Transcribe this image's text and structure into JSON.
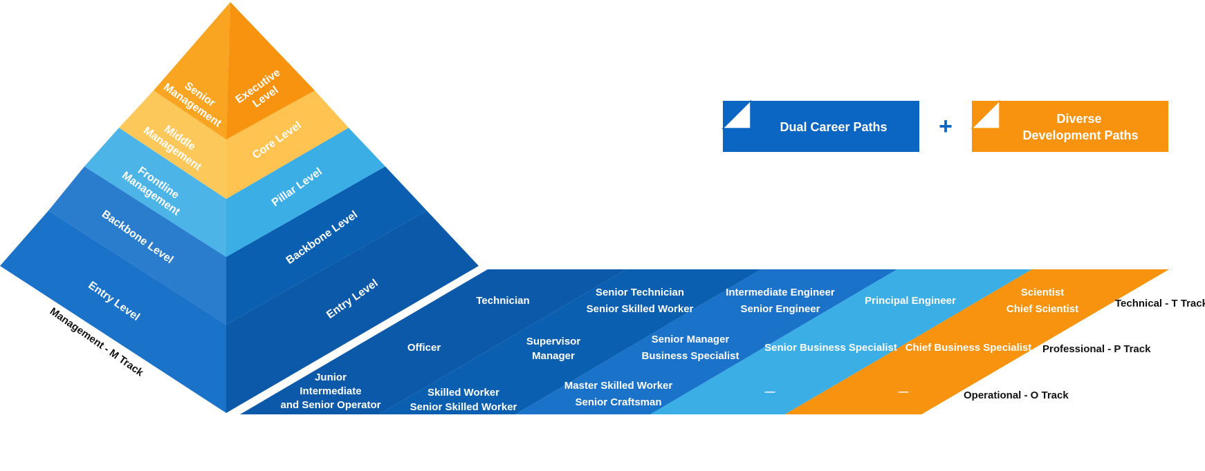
{
  "colors": {
    "orange": "#F7930E",
    "orange_light": "#F9A521",
    "yellow": "#FEC350",
    "yellow_light": "#FCC85A",
    "sky": "#3BAEE6",
    "sky_light": "#4DB4E8",
    "blue": "#1A72C9",
    "blue_mid": "#2A7CCD",
    "blue_dark": "#0A5FB0",
    "navy": "#0C59AA"
  },
  "pyramid": {
    "left": {
      "senior": "Senior Management",
      "middle": "Middle Management",
      "frontline": "Frontline Management",
      "backbone": "Backbone Level",
      "entry": "Entry Level"
    },
    "right": {
      "executive": "Executive Level",
      "core": "Core Level",
      "pillar": "Pillar Level",
      "backbone": "Backbone Level",
      "entry": "Entry Level"
    },
    "track": "Management - M Track"
  },
  "headers": {
    "dual": "Dual Career Paths",
    "plus": "+",
    "diverse_line1": "Diverse",
    "diverse_line2": "Development Paths"
  },
  "tracks": {
    "technical": {
      "label": "Technical - T Track",
      "c1": "Technician",
      "c2_line1": "Senior Technician",
      "c2_line2": "Senior Skilled Worker",
      "c3_line1": "Intermediate Engineer",
      "c3_line2": "Senior Engineer",
      "c4": "Principal Engineer",
      "c5_line1": "Scientist",
      "c5_line2": "Chief Scientist"
    },
    "professional": {
      "label": "Professional - P Track",
      "c1": "Officer",
      "c2_line1": "Supervisor",
      "c2_line2": "Manager",
      "c3_line1": "Senior Manager",
      "c3_line2": "Business Specialist",
      "c4": "Senior Business Specialist",
      "c5": "Chief Business Specialist"
    },
    "operational": {
      "label": "Operational - O Track",
      "c0_line1": "Junior",
      "c0_line2": "Intermediate",
      "c0_line3": "and Senior Operator",
      "c1_line1": "Skilled Worker",
      "c1_line2": "Senior Skilled Worker",
      "c2_line1": "Master Skilled Worker",
      "c2_line2": "Senior Craftsman",
      "c4": "—",
      "c5": "—"
    }
  }
}
